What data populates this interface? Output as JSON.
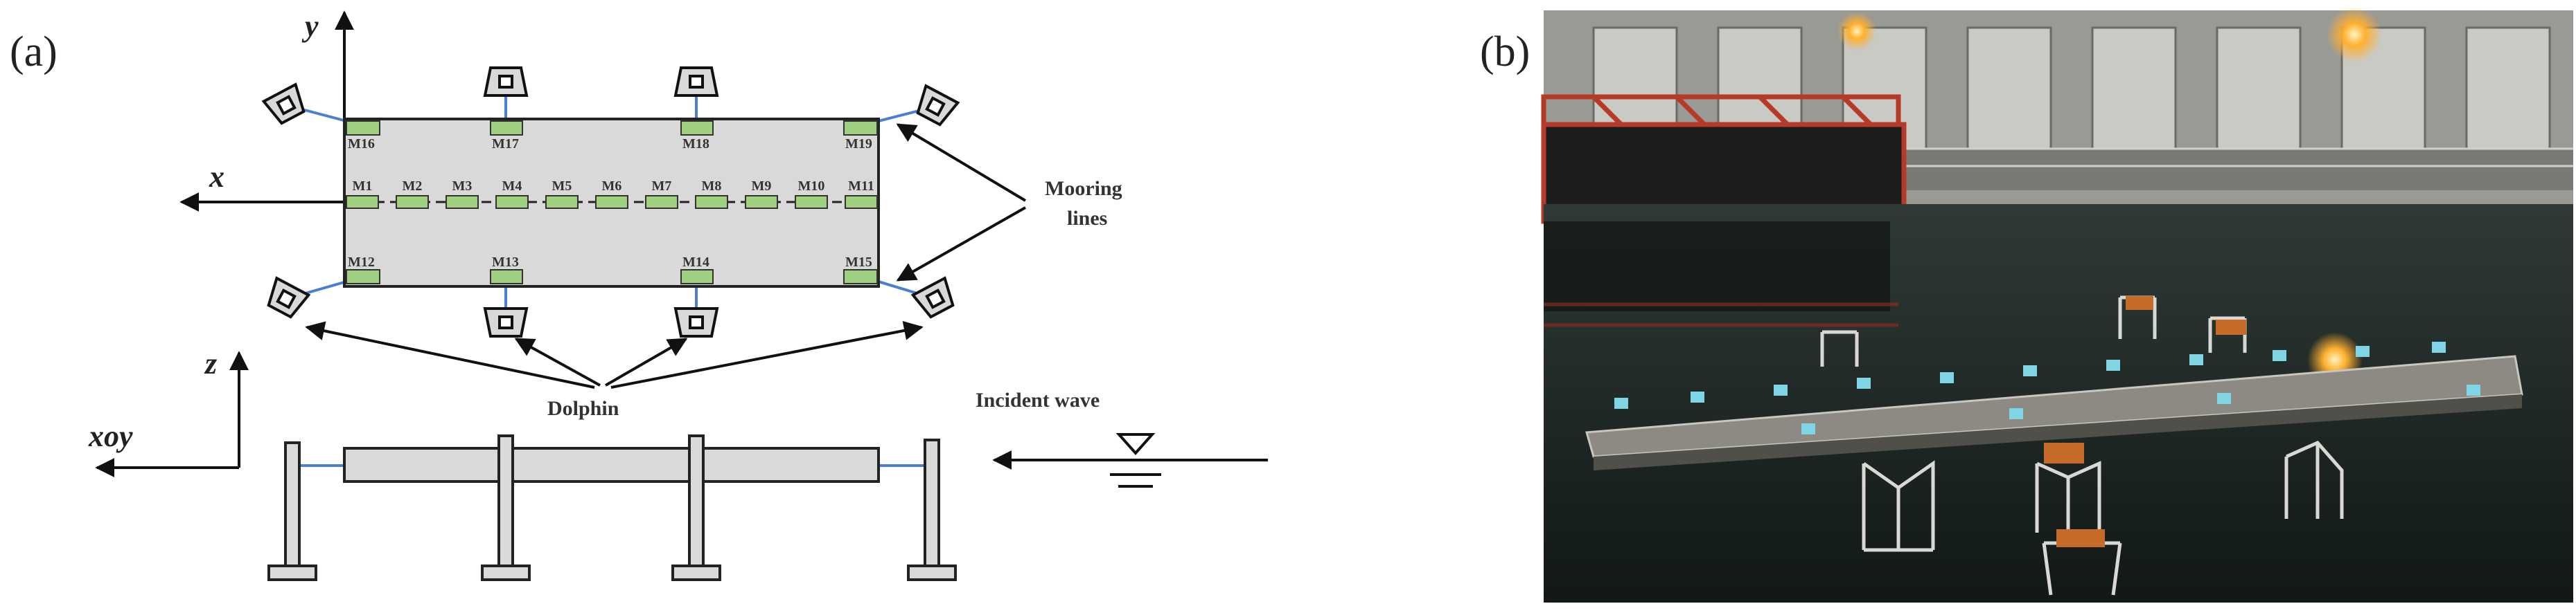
{
  "panel_a": {
    "label": "(a)",
    "axes": {
      "y": "y",
      "x": "x",
      "z": "z",
      "plane": "xoy"
    },
    "sensors": [
      "M1",
      "M2",
      "M3",
      "M4",
      "M5",
      "M6",
      "M7",
      "M8",
      "M9",
      "M10",
      "M11"
    ],
    "corner_points": {
      "top": [
        "M16",
        "M17",
        "M18",
        "M19"
      ],
      "bottom": [
        "M12",
        "M13",
        "M14",
        "M15"
      ]
    },
    "annotations": {
      "mooring": "Mooring",
      "mooring_line2": "lines",
      "dolphin": "Dolphin",
      "incident_wave": "Incident wave"
    },
    "colors": {
      "sensor_fill": "#9fd07f",
      "line": "#4a7fd4",
      "body_fill": "#d9d9d9"
    }
  },
  "panel_b": {
    "label": "(b)",
    "description_icon": "photo-of-wave-basin-model"
  }
}
